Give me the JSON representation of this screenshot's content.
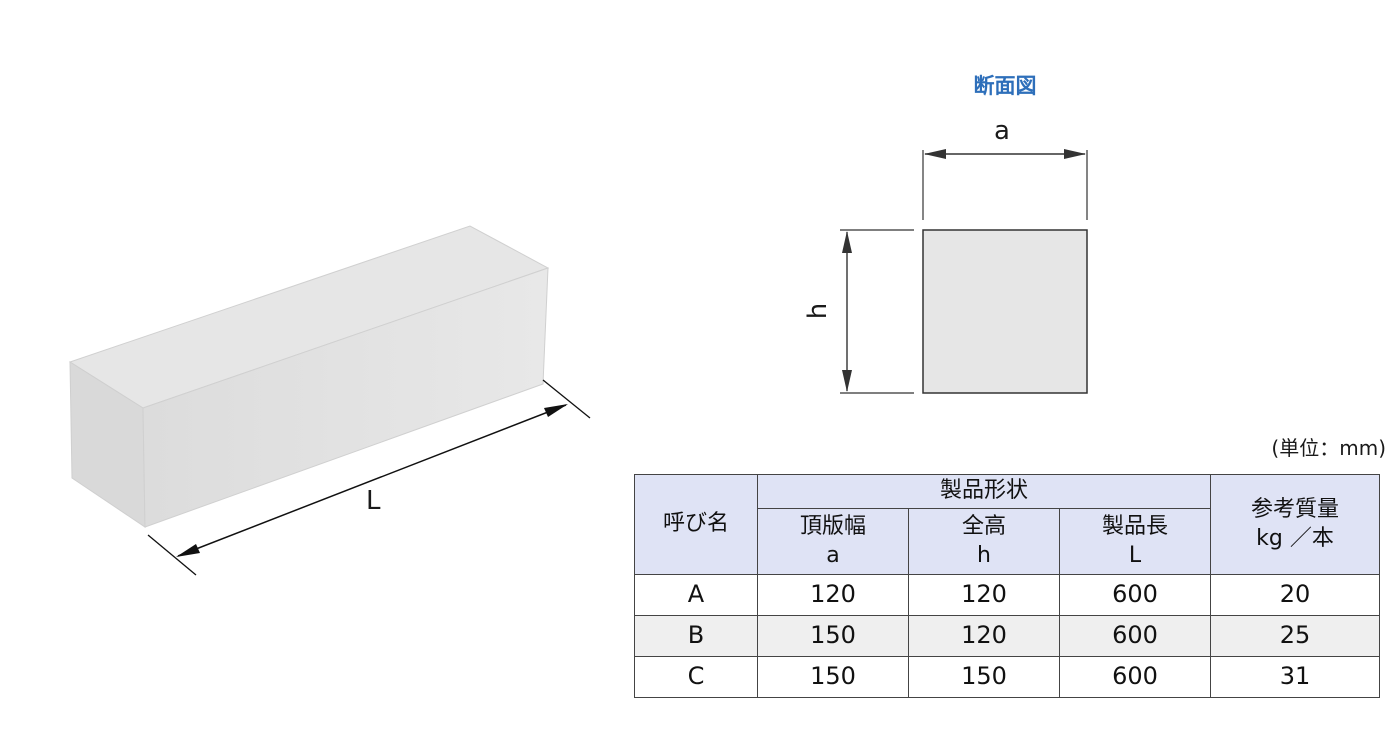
{
  "figure": {
    "length_label": "L"
  },
  "section": {
    "title": "断面図",
    "width_label": "a",
    "height_label": "h"
  },
  "unit_note": "(単位：mm)",
  "table": {
    "col_name": "呼び名",
    "group_header": "製品形状",
    "sub_headers": [
      {
        "name": "頂版幅",
        "sym": "a"
      },
      {
        "name": "全高",
        "sym": "h"
      },
      {
        "name": "製品長",
        "sym": "L"
      }
    ],
    "weight_header": {
      "line1": "参考質量",
      "line2": "kg ／本"
    },
    "rows": [
      {
        "name": "A",
        "a": "120",
        "h": "120",
        "L": "600",
        "weight": "20"
      },
      {
        "name": "B",
        "a": "150",
        "h": "120",
        "L": "600",
        "weight": "25"
      },
      {
        "name": "C",
        "a": "150",
        "h": "150",
        "L": "600",
        "weight": "31"
      }
    ]
  }
}
